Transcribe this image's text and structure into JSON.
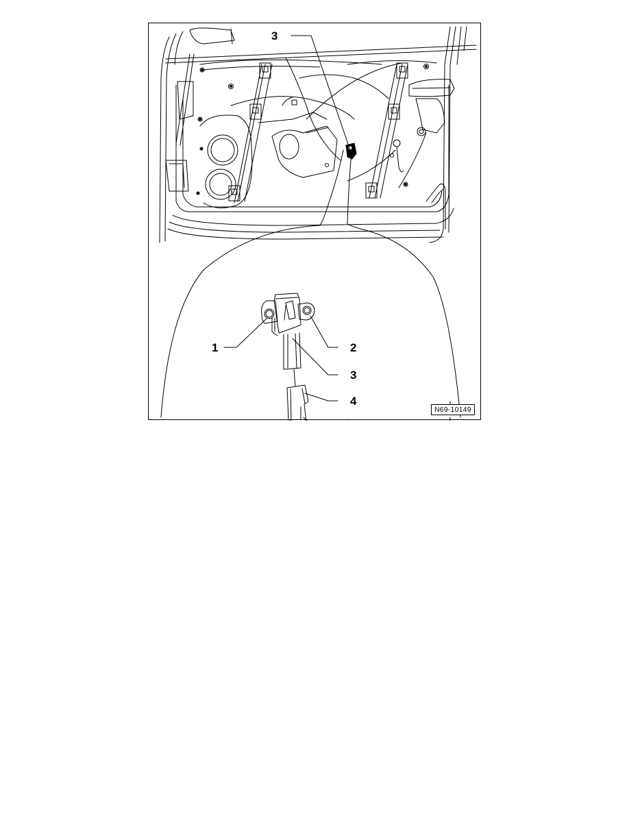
{
  "figure": {
    "code": "N69-10149",
    "subject": "door with crash sensor detail",
    "callouts": [
      {
        "id": "callout-3-top",
        "label": "3"
      },
      {
        "id": "callout-1",
        "label": "1"
      },
      {
        "id": "callout-2",
        "label": "2"
      },
      {
        "id": "callout-3-detail",
        "label": "3"
      },
      {
        "id": "callout-4",
        "label": "4"
      }
    ]
  }
}
